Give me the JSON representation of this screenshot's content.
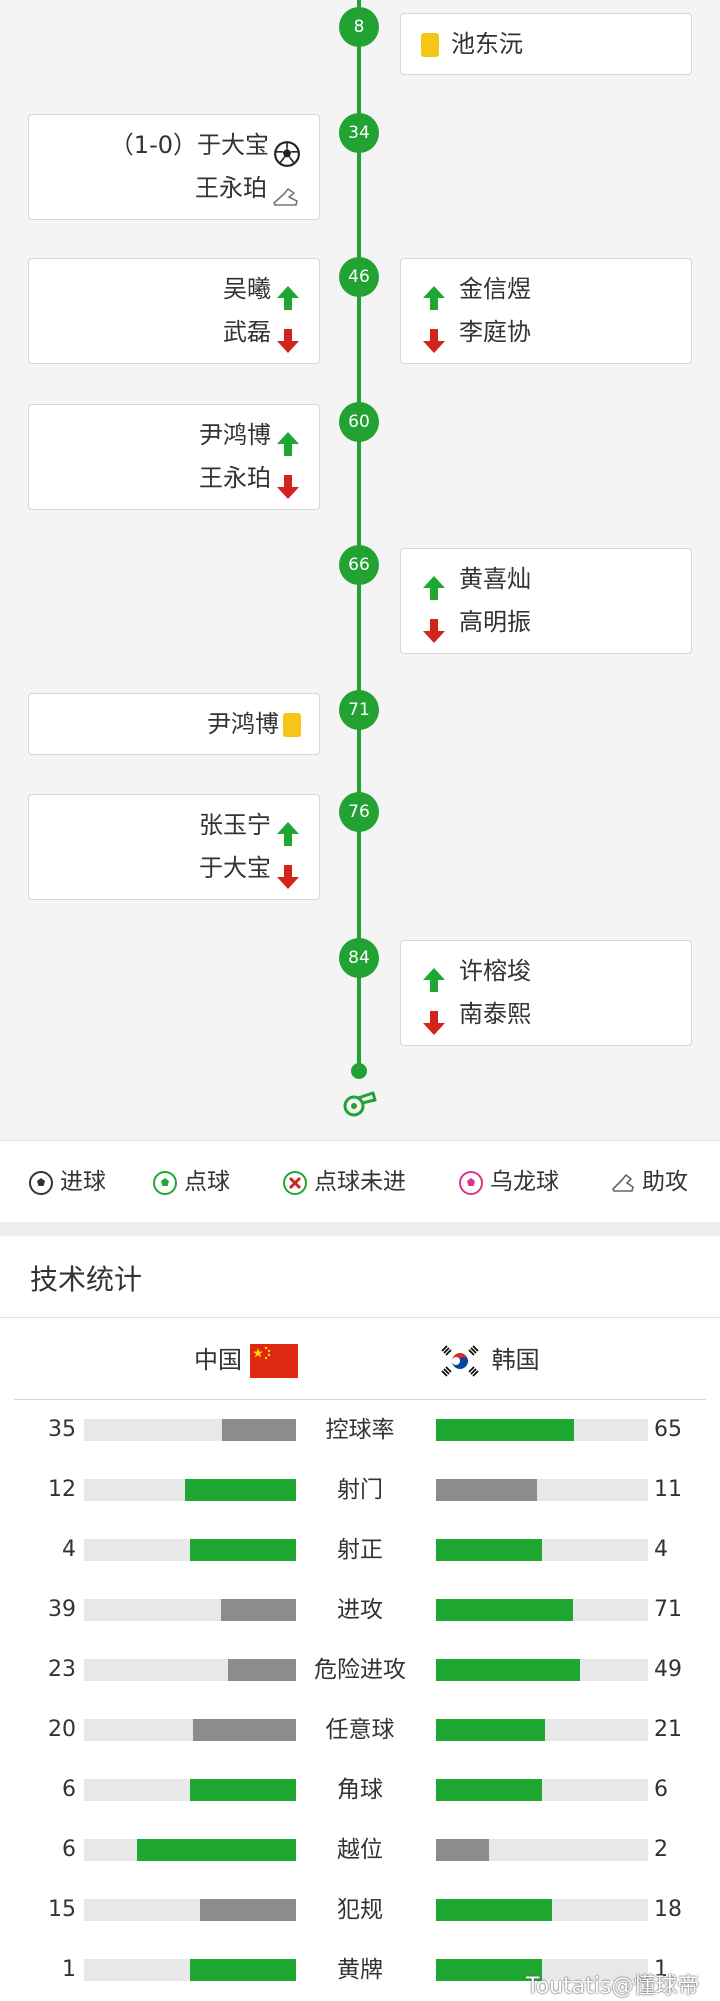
{
  "timeline": {
    "events": [
      {
        "minute": "8",
        "side": "right",
        "rows": [
          {
            "name": "池东沅",
            "icon": "yellow-card"
          }
        ]
      },
      {
        "minute": "34",
        "side": "left",
        "rows": [
          {
            "name": "（1-0）于大宝",
            "icon": "goal"
          },
          {
            "name": "王永珀",
            "icon": "assist"
          }
        ]
      },
      {
        "minute": "46",
        "side": "left",
        "rows": [
          {
            "name": "吴曦",
            "icon": "sub-in"
          },
          {
            "name": "武磊",
            "icon": "sub-out"
          }
        ]
      },
      {
        "minute": "46",
        "side": "right",
        "rows": [
          {
            "name": "金信煜",
            "icon": "sub-in"
          },
          {
            "name": "李庭协",
            "icon": "sub-out"
          }
        ]
      },
      {
        "minute": "60",
        "side": "left",
        "rows": [
          {
            "name": "尹鸿博",
            "icon": "sub-in"
          },
          {
            "name": "王永珀",
            "icon": "sub-out"
          }
        ]
      },
      {
        "minute": "66",
        "side": "right",
        "rows": [
          {
            "name": "黄喜灿",
            "icon": "sub-in"
          },
          {
            "name": "高明振",
            "icon": "sub-out"
          }
        ]
      },
      {
        "minute": "71",
        "side": "left",
        "rows": [
          {
            "name": "尹鸿博",
            "icon": "yellow-card"
          }
        ]
      },
      {
        "minute": "76",
        "side": "left",
        "rows": [
          {
            "name": "张玉宁",
            "icon": "sub-in"
          },
          {
            "name": "于大宝",
            "icon": "sub-out"
          }
        ]
      },
      {
        "minute": "84",
        "side": "right",
        "rows": [
          {
            "name": "许榕埈",
            "icon": "sub-in"
          },
          {
            "name": "南泰熙",
            "icon": "sub-out"
          }
        ]
      }
    ]
  },
  "legend": [
    {
      "label": "进球",
      "icon": "goal-icon"
    },
    {
      "label": "点球",
      "icon": "penalty-icon"
    },
    {
      "label": "点球未进",
      "icon": "penalty-missed-icon"
    },
    {
      "label": "乌龙球",
      "icon": "own-goal-icon"
    },
    {
      "label": "助攻",
      "icon": "assist-icon"
    }
  ],
  "stats": {
    "title": "技术统计",
    "home_team": "中国",
    "away_team": "韩国",
    "rows": [
      {
        "label": "控球率",
        "home": "35",
        "away": "65"
      },
      {
        "label": "射门",
        "home": "12",
        "away": "11"
      },
      {
        "label": "射正",
        "home": "4",
        "away": "4"
      },
      {
        "label": "进攻",
        "home": "39",
        "away": "71"
      },
      {
        "label": "危险进攻",
        "home": "23",
        "away": "49"
      },
      {
        "label": "任意球",
        "home": "20",
        "away": "21"
      },
      {
        "label": "角球",
        "home": "6",
        "away": "6"
      },
      {
        "label": "越位",
        "home": "6",
        "away": "2"
      },
      {
        "label": "犯规",
        "home": "15",
        "away": "18"
      },
      {
        "label": "黄牌",
        "home": "1",
        "away": "1"
      }
    ]
  },
  "colors": {
    "accent": "#22a233",
    "trail_bar": "#8c8c8c",
    "sub_out": "#d0241c",
    "yellow_card": "#f5c518"
  },
  "watermark": "Toutatis@懂球帝"
}
